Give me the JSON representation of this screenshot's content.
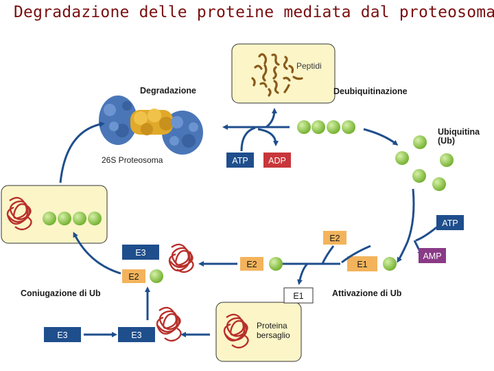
{
  "title": "Degradazione delle proteine mediata dal proteosoma",
  "labels": {
    "peptides": "Peptidi",
    "degradation": "Degradazione",
    "deubiquitination": "Deubiquitinazione",
    "ubiquitin_line1": "Ubiquitina",
    "ubiquitin_line2": "(Ub)",
    "proteasome": "26S Proteosoma",
    "conjugation": "Coniugazione di Ub",
    "activation": "Attivazione di Ub",
    "target_line1": "Proteina",
    "target_line2": "bersaglio"
  },
  "boxes": {
    "atp_top": "ATP",
    "adp_top": "ADP",
    "atp_right": "ATP",
    "amp_right": "AMP",
    "e2_top": "E2",
    "e1_right": "E1",
    "e2_mid": "E2",
    "e1_bottom": "E1",
    "e3_upper": "E3",
    "e2_lower": "E2",
    "e3_bottom_left": "E3",
    "e3_bottom_mid": "E3"
  },
  "colors": {
    "arrow": "#1f4e8c",
    "box_blue": "#1f4e8c",
    "box_red": "#c8363a",
    "box_purple": "#8a3a86",
    "box_orange": "#f3b35c",
    "panel": "#fbf5c8",
    "ubiquitin": "#8cc63f",
    "protein": "#b8302a",
    "proteasome_blue": "#4a76b8",
    "proteasome_gold": "#e0a92a",
    "peptide": "#8a5a1a"
  }
}
